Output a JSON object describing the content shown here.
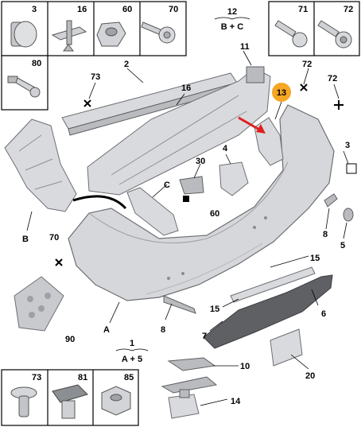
{
  "top_cells": [
    {
      "id": "cell-3",
      "num": "3",
      "icon": "push-clip-icon"
    },
    {
      "id": "cell-16",
      "num": "16",
      "icon": "clip-bracket-icon"
    },
    {
      "id": "cell-60",
      "num": "60",
      "icon": "nut-icon"
    },
    {
      "id": "cell-70",
      "num": "70",
      "icon": "screw-icon"
    },
    {
      "id": "cell-71",
      "num": "71",
      "icon": "bolt-icon"
    },
    {
      "id": "cell-72",
      "num": "72",
      "icon": "bolt-washer-icon"
    },
    {
      "id": "cell-80",
      "num": "80",
      "icon": "rivet-icon"
    }
  ],
  "bottom_cells": [
    {
      "id": "cell-73",
      "num": "73",
      "icon": "push-rivet-icon"
    },
    {
      "id": "cell-81",
      "num": "81",
      "icon": "clip-nut-icon"
    },
    {
      "id": "cell-85",
      "num": "85",
      "icon": "hex-nut-icon"
    }
  ],
  "group_labels": {
    "g12_num": "12",
    "g12_text": "B + C",
    "g1_num": "1",
    "g1_text": "A + 5"
  },
  "callouts": {
    "c2": "2",
    "c11": "11",
    "c73": "73",
    "c16": "16",
    "c72a": "72",
    "c72b": "72",
    "c13": "13",
    "c3": "3",
    "c4": "4",
    "c30": "30",
    "c60": "60",
    "cC": "C",
    "cB": "B",
    "c70": "70",
    "c8a": "8",
    "c5": "5",
    "c15a": "15",
    "c15b": "15",
    "c6": "6",
    "c7": "7",
    "c8b": "8",
    "cA": "A",
    "c90": "90",
    "c10": "10",
    "c20": "20",
    "c14": "14"
  },
  "colors": {
    "highlight": "#f5a623",
    "arrow": "#e02020",
    "part": "#d9dadd"
  }
}
